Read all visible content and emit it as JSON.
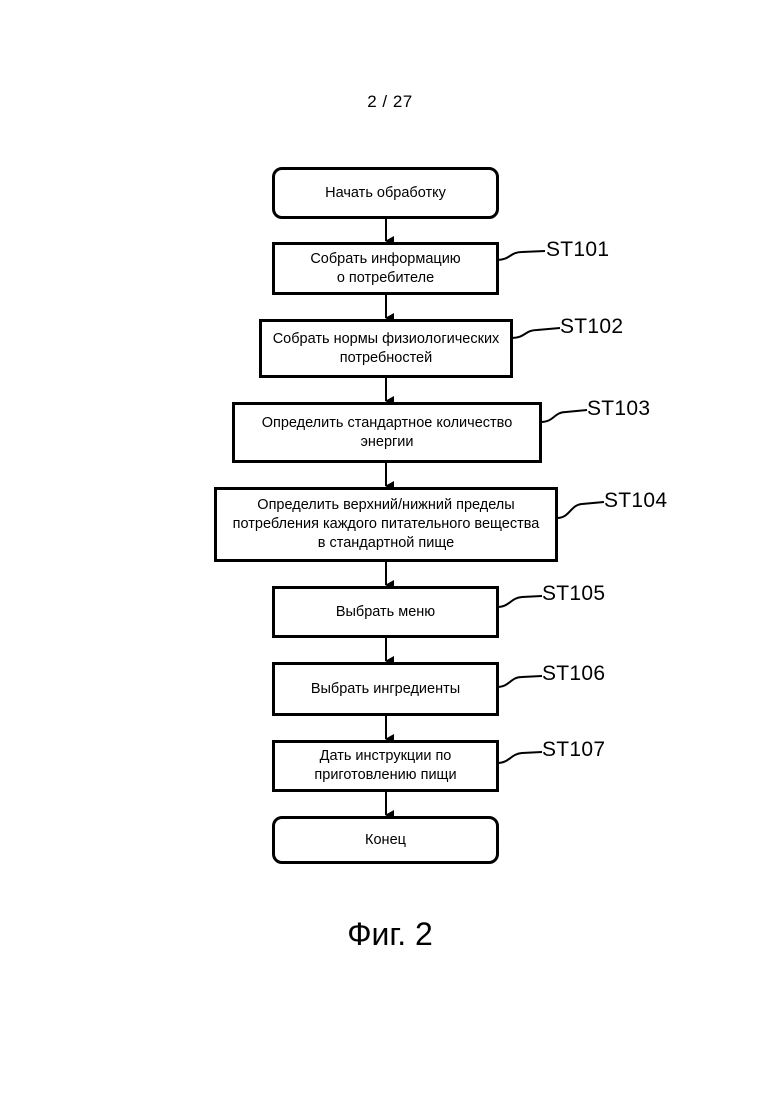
{
  "header": {
    "page_number": "2 / 27"
  },
  "flowchart": {
    "start": "Начать обработку",
    "steps": [
      {
        "id": "ST101",
        "text": "Собрать информацию\nо потребителе"
      },
      {
        "id": "ST102",
        "text": "Собрать нормы физиологических\nпотребностей"
      },
      {
        "id": "ST103",
        "text": "Определить стандартное количество\nэнергии"
      },
      {
        "id": "ST104",
        "text": "Определить верхний/нижний пределы\nпотребления каждого питательного вещества\nв стандартной пище"
      },
      {
        "id": "ST105",
        "text": "Выбрать меню"
      },
      {
        "id": "ST106",
        "text": "Выбрать ингредиенты"
      },
      {
        "id": "ST107",
        "text": "Дать инструкции по\nприготовлению пищи"
      }
    ],
    "end": "Конец"
  },
  "caption": "Фиг. 2"
}
